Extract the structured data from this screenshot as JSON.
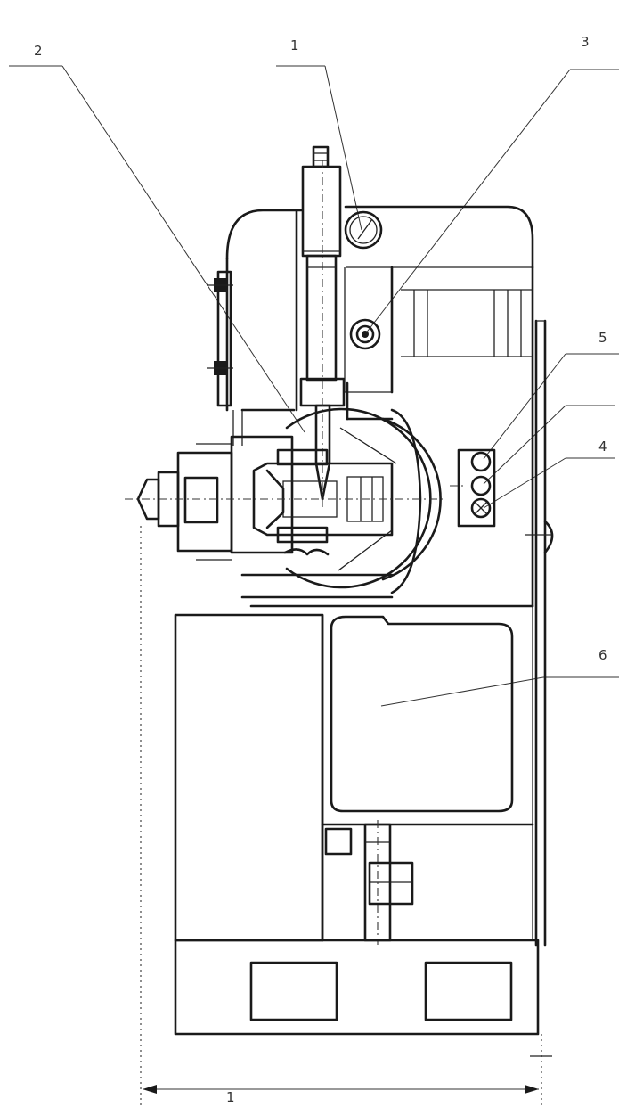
{
  "callouts": [
    {
      "id": "top-left",
      "text": "2"
    },
    {
      "id": "top-center",
      "text": "1"
    },
    {
      "id": "top-right",
      "text": "3"
    },
    {
      "id": "right-1",
      "text": "5"
    },
    {
      "id": "right-2",
      "text": ""
    },
    {
      "id": "right-3",
      "text": "4"
    },
    {
      "id": "right-4",
      "text": "6"
    }
  ],
  "dimension": {
    "text": "1"
  },
  "colors": {
    "line": "#1a1a1a",
    "background": "#ffffff"
  }
}
